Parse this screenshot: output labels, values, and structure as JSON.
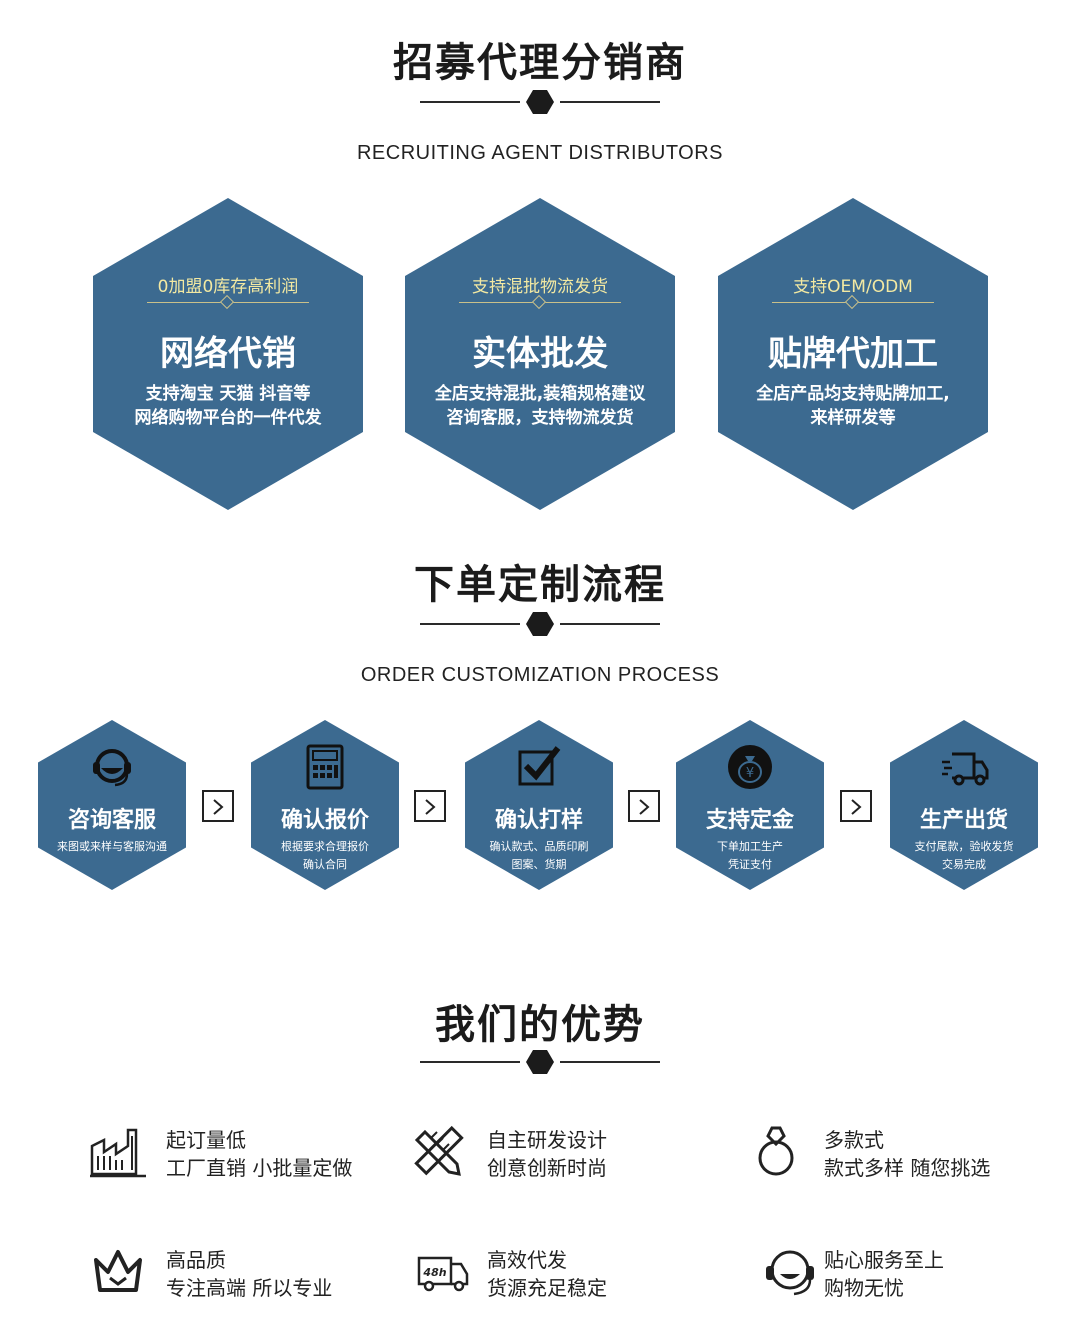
{
  "recruit": {
    "title": "招募代理分销商",
    "subtitle": "RECRUITING AGENT DISTRIBUTORS",
    "cards": [
      {
        "tag": "0加盟0库存高利润",
        "head": "网络代销",
        "line1": "支持淘宝 天猫 抖音等",
        "line2": "网络购物平台的一件代发"
      },
      {
        "tag": "支持混批物流发货",
        "head": "实体批发",
        "line1": "全店支持混批,装箱规格建议",
        "line2": "咨询客服，支持物流发货"
      },
      {
        "tag": "支持OEM/ODM",
        "head": "贴牌代加工",
        "line1": "全店产品均支持贴牌加工,",
        "line2": "来样研发等"
      }
    ]
  },
  "process": {
    "title": "下单定制流程",
    "subtitle": "ORDER CUSTOMIZATION PROCESS",
    "steps": [
      {
        "icon": "headset-icon",
        "head": "咨询客服",
        "line1": "来图或来样与客服沟通",
        "line2": ""
      },
      {
        "icon": "calculator-icon",
        "head": "确认报价",
        "line1": "根据要求合理报价",
        "line2": "确认合同"
      },
      {
        "icon": "checkbox-icon",
        "head": "确认打样",
        "line1": "确认款式、品质印刷",
        "line2": "图案、货期"
      },
      {
        "icon": "money-bag-icon",
        "head": "支持定金",
        "line1": "下单加工生产",
        "line2": "凭证支付"
      },
      {
        "icon": "delivery-truck-icon",
        "head": "生产出货",
        "line1": "支付尾款，验收发货",
        "line2": "交易完成"
      }
    ]
  },
  "advantages": {
    "title": "我们的优势",
    "items": [
      {
        "icon": "factory-icon",
        "line1": "起订量低",
        "line2": "工厂直销 小批量定做"
      },
      {
        "icon": "design-tools-icon",
        "line1": "自主研发设计",
        "line2": "创意创新时尚"
      },
      {
        "icon": "ring-icon",
        "line1": "多款式",
        "line2": "款式多样 随您挑选"
      },
      {
        "icon": "crown-icon",
        "line1": "高品质",
        "line2": "专注高端 所以专业"
      },
      {
        "icon": "48h-truck-icon",
        "line1": "高效代发",
        "line2": "货源充足稳定"
      },
      {
        "icon": "customer-service-icon",
        "line1": "贴心服务至上",
        "line2": "购物无忧"
      }
    ]
  },
  "colors": {
    "hex_fill": "#3c6a90",
    "tag_text": "#f3e9a2",
    "title_text": "#1b1b1b"
  }
}
